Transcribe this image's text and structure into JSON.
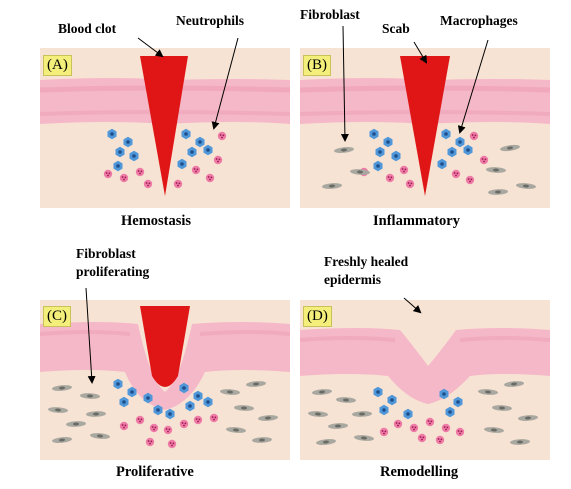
{
  "panels": [
    {
      "id": "A",
      "badge": "(A)",
      "caption": "Hemostasis",
      "labels": [
        "Blood clot",
        "Neutrophils"
      ]
    },
    {
      "id": "B",
      "badge": "(B)",
      "caption": "Inflammatory",
      "labels": [
        "Fibroblast",
        "Scab",
        "Macrophages"
      ]
    },
    {
      "id": "C",
      "badge": "(C)",
      "caption": "Proliferative",
      "labels": [
        "Fibroblast",
        "proliferating"
      ]
    },
    {
      "id": "D",
      "badge": "(D)",
      "caption": "Remodelling",
      "labels": [
        "Freshly healed",
        "epidermis"
      ]
    }
  ],
  "colors": {
    "dermis": "#f7e3d3",
    "epidermis": "#f5b8c9",
    "epidermis_dark": "#ee9db4",
    "clot": "#e01515",
    "neutrophil": "#ee7aa6",
    "macrophage": "#4f97d8",
    "fibroblast": "#a8a8a0",
    "badge": "#f3ef7a"
  },
  "icons": [
    "neutrophil-icon",
    "macrophage-icon",
    "fibroblast-icon"
  ]
}
